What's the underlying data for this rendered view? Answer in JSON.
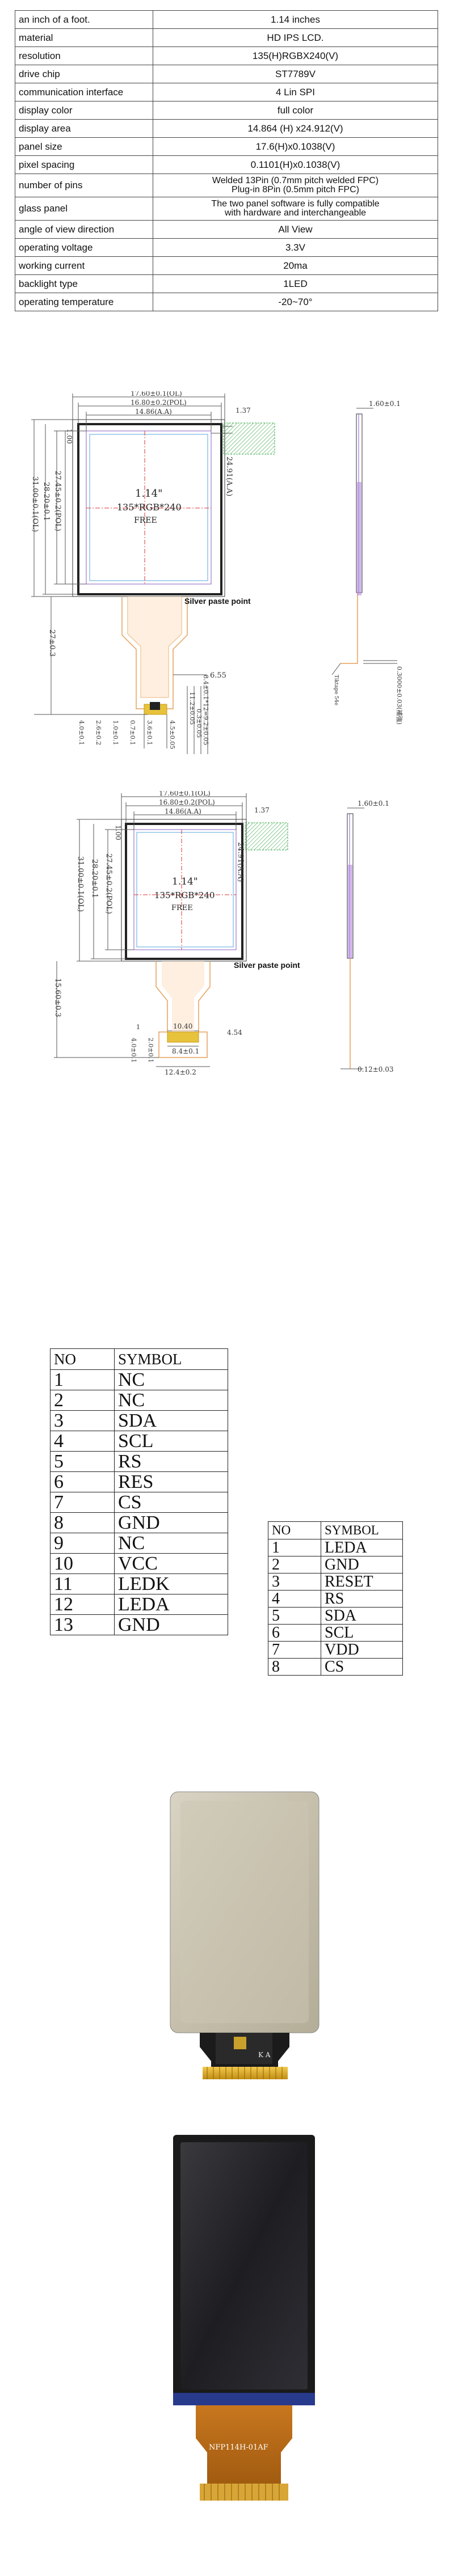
{
  "spec_rows": [
    {
      "key": "an inch of a foot.",
      "value": "1.14 inches"
    },
    {
      "key": "material",
      "value": "HD IPS LCD."
    },
    {
      "key": "resolution",
      "value": "135(H)RGBX240(V)"
    },
    {
      "key": "drive chip",
      "value": "ST7789V"
    },
    {
      "key": "communication interface",
      "value": "4 Lin SPI"
    },
    {
      "key": "display color",
      "value": "full color"
    },
    {
      "key": "display area",
      "value": "14.864  (H)  x24.912(V)"
    },
    {
      "key": "panel size",
      "value": "17.6(H)x0.1038(V)"
    },
    {
      "key": "pixel spacing",
      "value": "0.1101(H)x0.1038(V)"
    },
    {
      "key": "number of pins",
      "value": "Welded 13Pin (0.7mm pitch welded FPC)",
      "value2": "Plug-in 8Pin (0.5mm pitch FPC)"
    },
    {
      "key": "glass panel",
      "value": "The two panel software is fully compatible",
      "value2": "with hardware and interchangeable"
    },
    {
      "key": "angle of view direction",
      "value": "All View"
    },
    {
      "key": "operating voltage",
      "value": "3.3V"
    },
    {
      "key": "working current",
      "value": "20ma"
    },
    {
      "key": "backlight type",
      "value": "1LED"
    },
    {
      "key": "operating temperature",
      "value": "-20~70°"
    }
  ],
  "drawing1": {
    "dims": {
      "width_total": "17.60±0.1(OL)",
      "width_glass": "16.80±0.2(POL)",
      "width_aa": "14.86(A.A)",
      "offset_right": "1.37",
      "offset_top": "1.00",
      "height_total": "31.00±0.1(OL)",
      "height_pol": "28.20±0.1",
      "height_pol2": "27.45±0.2(POL)",
      "height_aa": "24.91(A.A)",
      "fpc_len": "27±0.3",
      "fpc_w": "6.55",
      "side_thick": "1.60±0.1",
      "fpc_thick": "0.3000±0.03(補強)",
      "pitch_a": "4.0±0.1",
      "pitch_b": "2.6±0.2",
      "pitch_c": "1.0±0.1",
      "pitch_d": "0.7±0.1",
      "pitch_e": "11.2±0.05",
      "pitch_f": "0.3±0.05",
      "pitch_g": "8.4±0.1*12=9.2±0.05",
      "pitch_h": "3.6±0.1",
      "pitch_i": "4.5±0.05",
      "tape": "Tiktape 54e"
    },
    "center_label": "1.14\"",
    "center_res": "135*RGB*240",
    "center_free": "FREE",
    "silver_label": "Silver paste point"
  },
  "drawing2": {
    "dims": {
      "width_total": "17.60±0.1(OL)",
      "width_glass": "16.80±0.2(POL)",
      "width_aa": "14.86(A.A)",
      "offset_right": "1.37",
      "offset_top": "1.00",
      "height_total": "31.00±0.1(OL)",
      "height_pol": "28.20±0.1",
      "height_pol2": "27.45±0.2(POL)",
      "height_aa": "24.91(A.A)",
      "fpc_len": "15.60±0.3",
      "fpc_w": "10.40",
      "conn_w": "8.4±0.1",
      "conn_total": "12.4±0.2",
      "conn_gap": "4.54",
      "left_a": "4.0±0.1",
      "left_b": "2.0±0.1",
      "left_c": "1",
      "side_thick": "1.60±0.1",
      "fpc_thick": "0.12±0.03"
    },
    "center_label": "1.14\"",
    "center_res": "135*RGB*240",
    "center_free": "FREE",
    "silver_label": "Silver paste point"
  },
  "pin13": {
    "headers": [
      "NO",
      "SYMBOL"
    ],
    "rows": [
      [
        "1",
        "NC"
      ],
      [
        "2",
        "NC"
      ],
      [
        "3",
        "SDA"
      ],
      [
        "4",
        "SCL"
      ],
      [
        "5",
        "RS"
      ],
      [
        "6",
        "RES"
      ],
      [
        "7",
        "CS"
      ],
      [
        "8",
        "GND"
      ],
      [
        "9",
        "NC"
      ],
      [
        "10",
        "VCC"
      ],
      [
        "11",
        "LEDK"
      ],
      [
        "12",
        "LEDA"
      ],
      [
        "13",
        "GND"
      ]
    ]
  },
  "pin8": {
    "headers": [
      "NO",
      "SYMBOL"
    ],
    "rows": [
      [
        "1",
        "LEDA"
      ],
      [
        "2",
        "GND"
      ],
      [
        "3",
        "RESET"
      ],
      [
        "4",
        "RS"
      ],
      [
        "5",
        "SDA"
      ],
      [
        "6",
        "SCL"
      ],
      [
        "7",
        "VDD"
      ],
      [
        "8",
        "CS"
      ]
    ]
  },
  "photo1": {
    "ka_label": "K A"
  },
  "photo2": {
    "fpc_label": "NFP114H-01AF"
  }
}
